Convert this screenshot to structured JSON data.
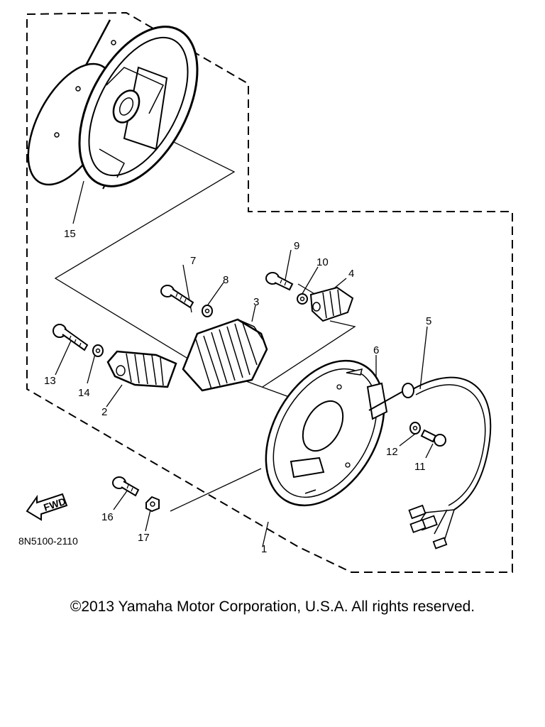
{
  "diagram": {
    "drawing_code": "8N5100-2110",
    "fwd_label": "FWD",
    "callouts": [
      "1",
      "2",
      "3",
      "4",
      "5",
      "6",
      "7",
      "8",
      "9",
      "10",
      "11",
      "12",
      "13",
      "14",
      "15",
      "16",
      "17"
    ]
  },
  "footer": {
    "copyright": "©2013 Yamaha Motor Corporation, U.S.A. All rights reserved."
  }
}
